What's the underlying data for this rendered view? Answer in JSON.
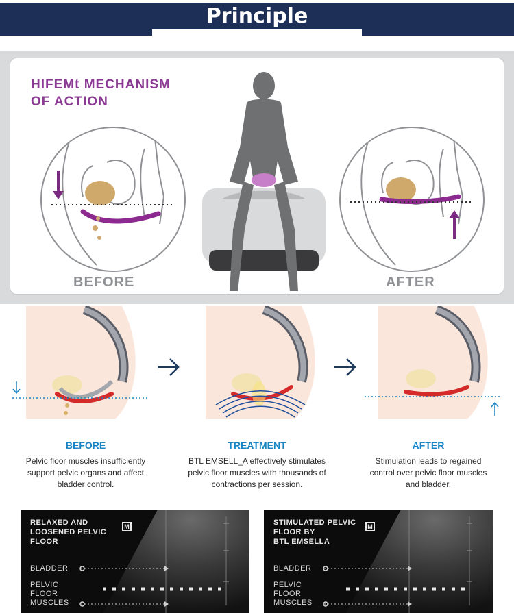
{
  "header": {
    "title": "Principle"
  },
  "mechanism": {
    "title_line1": "HIFEMt MECHANISM",
    "title_line2": "OF ACTION",
    "before_label": "BEFORE",
    "after_label": "AFTER"
  },
  "steps": [
    {
      "label": "BEFORE",
      "desc": [
        "Pelvic floor muscles insufficiently",
        "support pelvic organs and affect",
        "bladder control."
      ]
    },
    {
      "label": "TREATMENT",
      "desc": [
        "BTL EMSELL_A effectively stimulates",
        "pelvic floor muscles with thousands of",
        "contractions per session."
      ]
    },
    {
      "label": "AFTER",
      "desc": [
        "Stimulation leads to regained",
        "control over pelvic floor muscles",
        "and bladder."
      ]
    }
  ],
  "ultrasound": [
    {
      "title": [
        "RELAXED AND",
        "LOOSENED PELVIC",
        "FLOOR"
      ],
      "badge": "M",
      "bladder": "BLADDER",
      "pelvic": [
        "PELVIC",
        "FLOOR",
        "MUSCLES"
      ]
    },
    {
      "title": [
        "STIMULATED PELVIC",
        "FLOOR BY",
        "BTL EMSELLA"
      ],
      "badge": "M",
      "bladder": "BLADDER",
      "pelvic": [
        "PELVIC",
        "FLOOR",
        "MUSCLES"
      ]
    }
  ],
  "colors": {
    "navy": "#1d2f57",
    "purple": "#8a3a92",
    "blue": "#1a84c4",
    "red": "#d42a2a",
    "gray": "#8f9194"
  }
}
